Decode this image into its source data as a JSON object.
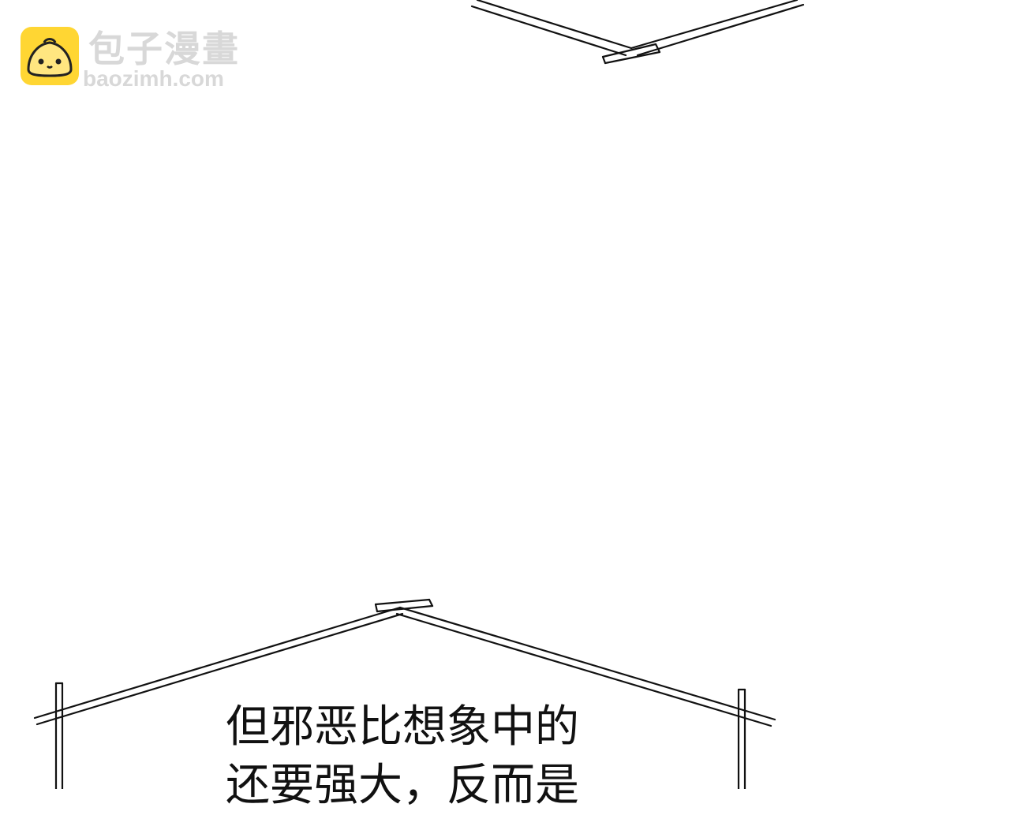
{
  "watermark": {
    "title": "包子漫畫",
    "url": "baozimh.com",
    "logo_icon": "steamed-bun-icon",
    "colors": {
      "logo_bg": "#ffd633",
      "text": "#d8d8d8"
    }
  },
  "panel": {
    "dialogue_lines": [
      "但邪恶比想象中的",
      "还要强大，反而是"
    ]
  }
}
